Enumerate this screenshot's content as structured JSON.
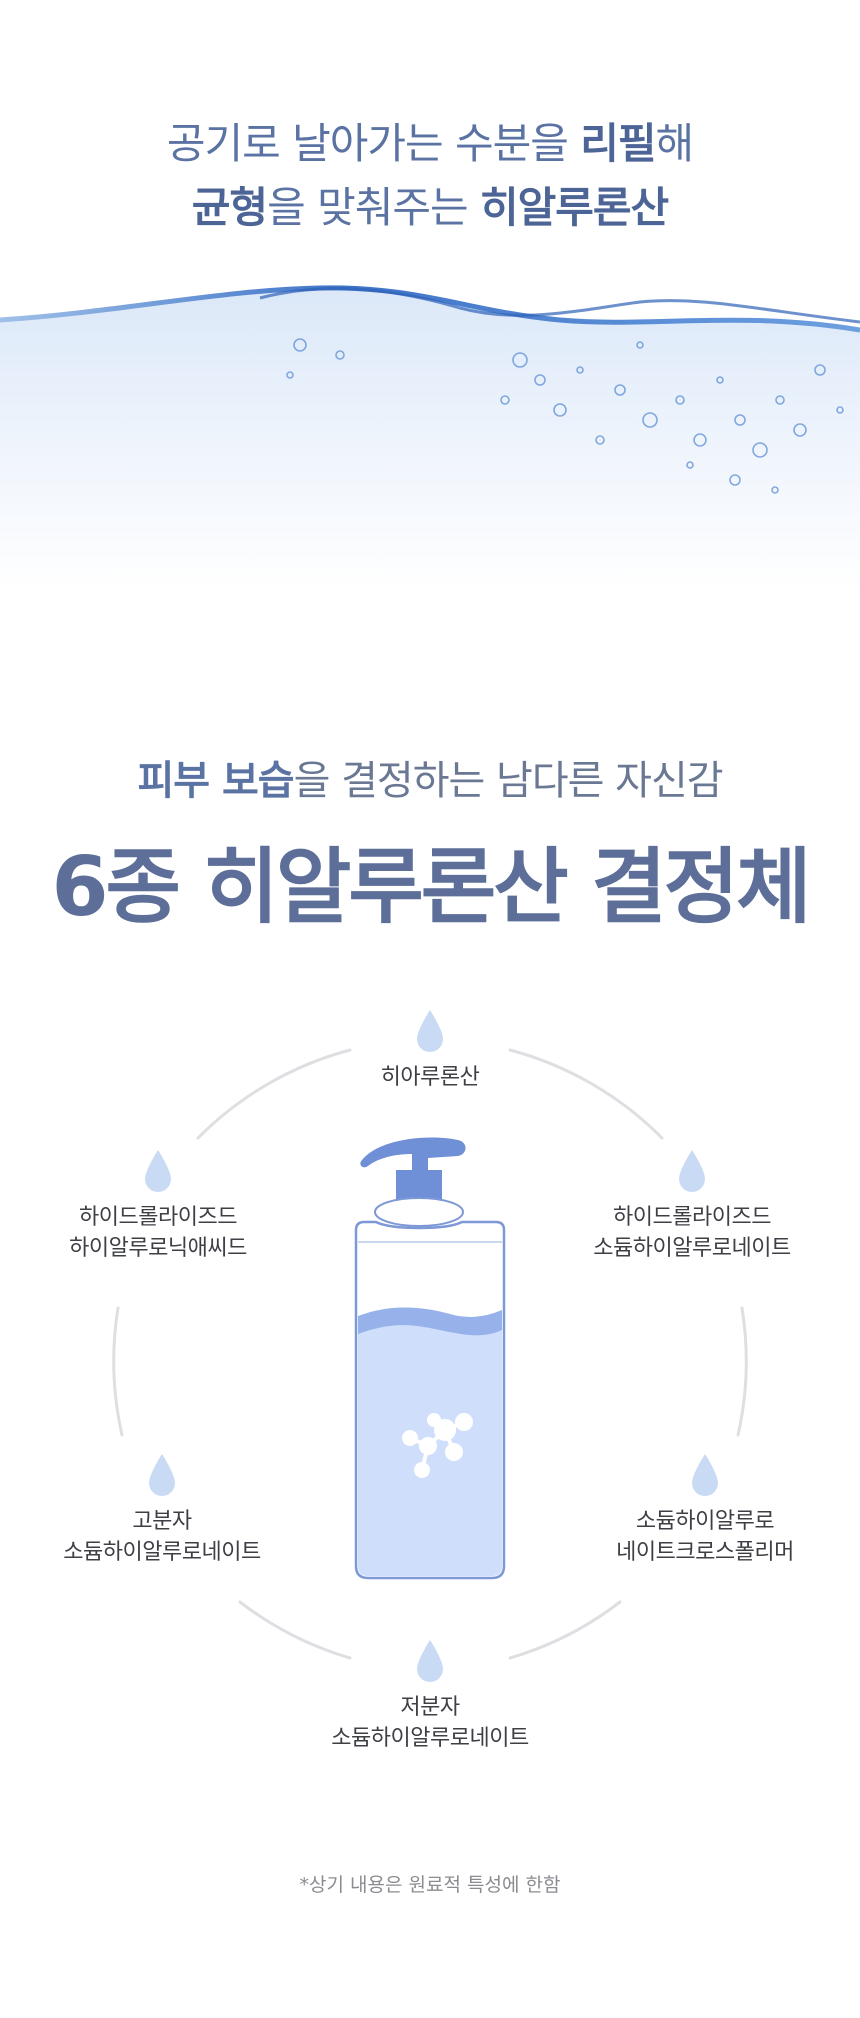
{
  "hero": {
    "line1_a": "공기로 날아가는 수분을 ",
    "line1_b": "리필",
    "line1_c": "해",
    "line2_a": "균형",
    "line2_b": "을 맞춰주는 ",
    "line2_c": "히알루론산"
  },
  "subtitle": {
    "a": "피부 보습",
    "b": "을 결정하는 남다른 자신감"
  },
  "headline": "6종 히알루론산 결정체",
  "ingredients": {
    "top": {
      "line1": "히아루론산"
    },
    "left_upper": {
      "line1": "하이드롤라이즈드",
      "line2": "하이알루로닉애씨드"
    },
    "right_upper": {
      "line1": "하이드롤라이즈드",
      "line2": "소듐하이알루로네이트"
    },
    "left_lower": {
      "line1": "고분자",
      "line2": "소듐하이알루로네이트"
    },
    "right_lower": {
      "line1": "소듐하이알루로",
      "line2": "네이트크로스폴리머"
    },
    "bottom": {
      "line1": "저분자",
      "line2": "소듐하이알루로네이트"
    }
  },
  "note": "*상기 내용은 원료적 특성에 한함",
  "colors": {
    "accent": "#5b73a3",
    "drop": "#c9daf5",
    "bottle_liquid": "#cfdefa",
    "bottle_cap": "#6f8fd6"
  }
}
